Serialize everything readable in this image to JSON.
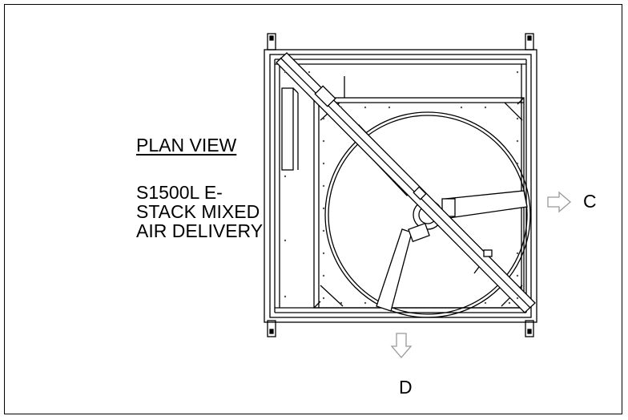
{
  "drawing": {
    "view_title": "PLAN VIEW",
    "description_lines": [
      "S1500L E-",
      "STACK MIXED",
      "AIR DELIVERY"
    ],
    "outlets": [
      {
        "label": "C",
        "arrow_direction": "right"
      },
      {
        "label": "D",
        "arrow_direction": "down"
      }
    ],
    "colors": {
      "line": "#000000",
      "arrow": "#999999",
      "dots": "#555555"
    }
  }
}
